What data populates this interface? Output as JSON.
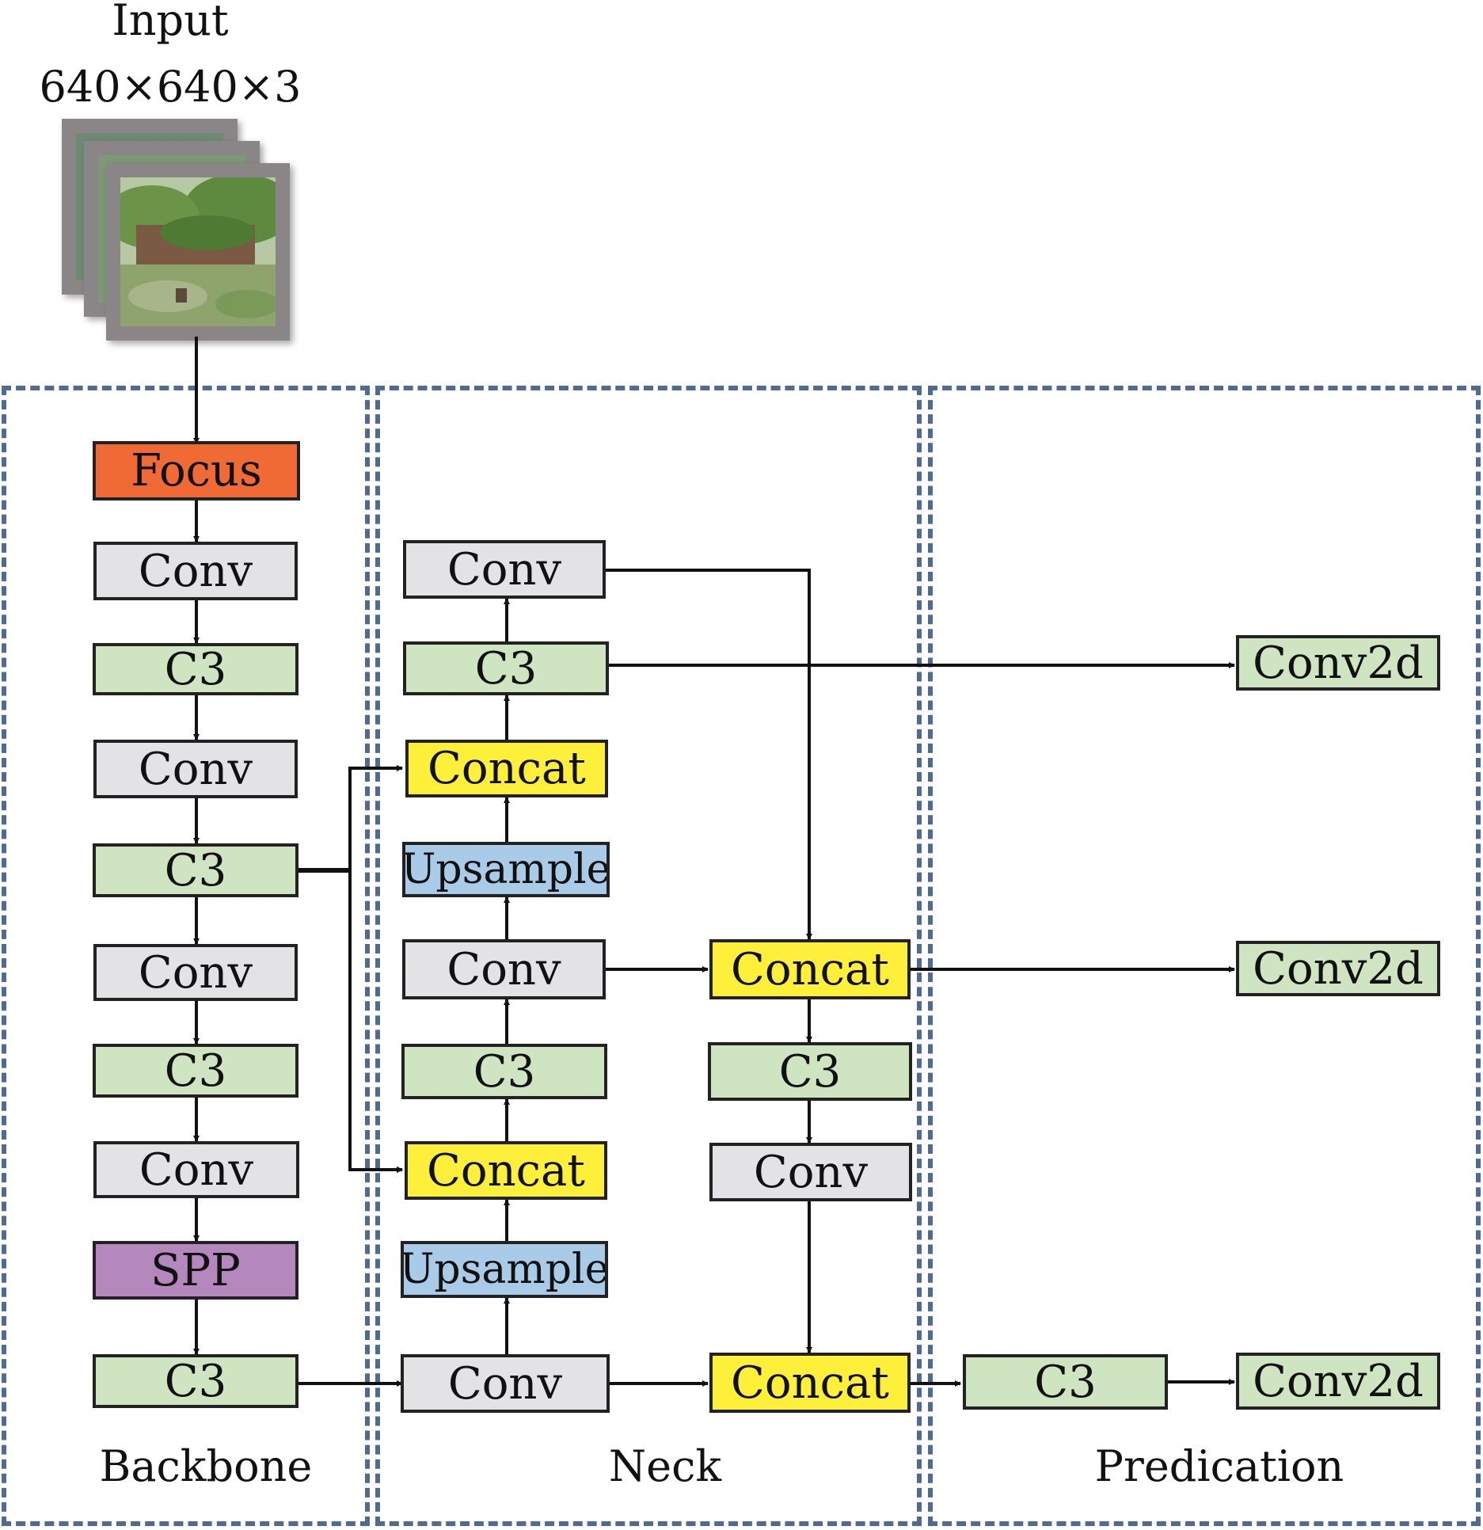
{
  "colors": {
    "section_border": "#4f6a93",
    "focus": "#ef6a35",
    "conv": "#e3e2e5",
    "c3": "#cfe4c0",
    "concat": "#fef03a",
    "upsample": "#a9cbe8",
    "spp": "#b588bd",
    "edge": "#111111"
  },
  "input": {
    "line1": "Input",
    "line2": "640×640×3",
    "image_icon": "landscape-photo-stack"
  },
  "sections": {
    "backbone": "Backbone",
    "neck": "Neck",
    "prediction": "Predication"
  },
  "backbone": {
    "b1": "Focus",
    "b2": "Conv",
    "b3": "C3",
    "b4": "Conv",
    "b5": "C3",
    "b6": "Conv",
    "b7": "C3",
    "b8": "Conv",
    "b9": "SPP",
    "b10": "C3"
  },
  "neck": {
    "n1": "Conv",
    "n2": "C3",
    "n3": "Concat",
    "n4": "Upsample",
    "n5": "Conv",
    "n6": "C3",
    "n7": "Concat",
    "n8": "Upsample",
    "n9": "Conv",
    "n10": "Concat",
    "n11": "C3",
    "n12": "Conv",
    "n13": "Concat"
  },
  "prediction": {
    "p1": "Conv2d",
    "p2": "Conv2d",
    "p3": "C3",
    "p4": "Conv2d"
  }
}
